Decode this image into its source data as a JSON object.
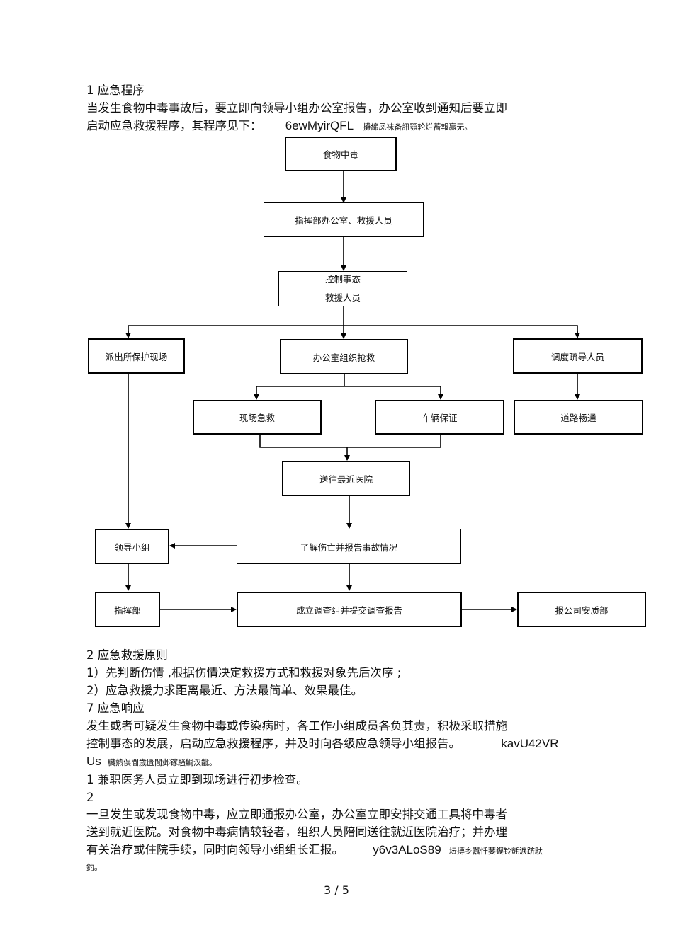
{
  "intro": {
    "heading": "1 应急程序",
    "para_line1": "当发生食物中毒事故后，要立即向领导小组办公室报告，办公室收到通知后要立即",
    "para_line2": "启动应急救援程序，其程序见下：",
    "code": "6ewMyirQFL",
    "noise": "攤締凤袜备訊顎轮烂蔷報贏无。"
  },
  "flowchart": {
    "food_poisoning": "食物中毒",
    "command_office": "指挥部办公室、救援人员",
    "control_line1": "控制事态",
    "control_line2": "救援人员",
    "police": "派出所保护现场",
    "office_rescue": "办公室组织抢救",
    "dispatch": "调度疏导人员",
    "onsite_aid": "现场急救",
    "vehicle": "车辆保证",
    "road": "道路畅通",
    "hospital": "送往最近医院",
    "leader_group": "领导小组",
    "report_casualty": "了解伤亡并报告事故情况",
    "command": "指挥部",
    "investigation": "成立调查组并提交调查报告",
    "safety_dept": "报公司安质部"
  },
  "body": {
    "principle_heading": "2 应急救援原则",
    "principle_1": "1）先判断伤情  ,根据伤情决定救援方式和救援对象先后次序     ;",
    "principle_2": "2）应急救援力求距离最近、方法最简单、效果最佳。",
    "response_heading": "7 应急响应",
    "response_line1": "发生或者可疑发生食物中毒或传染病时，各工作小组成员各负其责，积极采取措施",
    "response_line2": "控制事态的发展，启动应急救援程序，并及时向各级应急领导小组报告。",
    "code2": "kavU42VR",
    "code2b": "Us",
    "noise2": "臟熱俣閫歲匱閶邺镓騷鯛汉齜。",
    "step_1": "1 兼职医务人员立即到现场进行初步检查。",
    "step_2": "2",
    "final_line1": "一旦发生或发现食物中毒，应立即通报办公室，办公室立即安排交通工具将中毒者",
    "final_line2": "送到就近医院。对食物中毒病情较轻者，组织人员陪同送往就近医院治疗；并办理",
    "final_line3": "有关治疗或住院手续，同时向领导小组组长汇报。",
    "code3": "y6v3ALoS89",
    "noise3": "坛摶乡囂忏蒌鍥铃氈淚跻馱",
    "noise3_end": "釣。"
  },
  "footer": {
    "page": "3 / 5"
  }
}
